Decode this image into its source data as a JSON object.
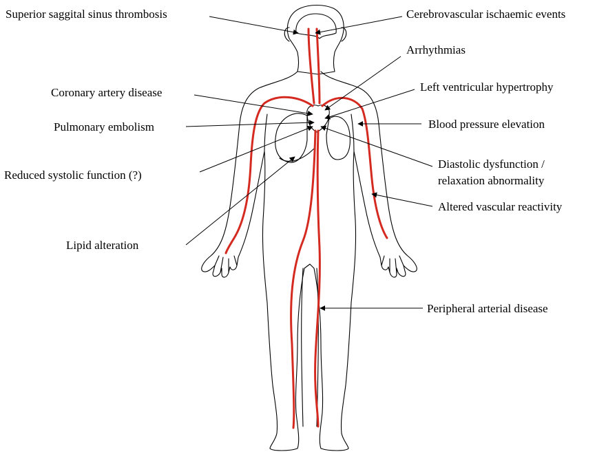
{
  "labels": {
    "superior_sinus": "Superior saggital sinus thrombosis",
    "cerebrovascular": "Cerebrovascular ischaemic events",
    "arrhythmias": "Arrhythmias",
    "coronary": "Coronary artery disease",
    "lvh": "Left ventricular hypertrophy",
    "pulmonary": "Pulmonary embolism",
    "blood_pressure": "Blood pressure elevation",
    "reduced_systolic": "Reduced systolic function (?)",
    "diastolic_1": "Diastolic dysfunction /",
    "diastolic_2": "relaxation abnormality",
    "vascular_reactivity": "Altered vascular reactivity",
    "lipid": "Lipid alteration",
    "peripheral": "Peripheral arterial disease"
  },
  "colors": {
    "vessel": "#d42a20",
    "outline": "#000000",
    "text": "#000000"
  }
}
